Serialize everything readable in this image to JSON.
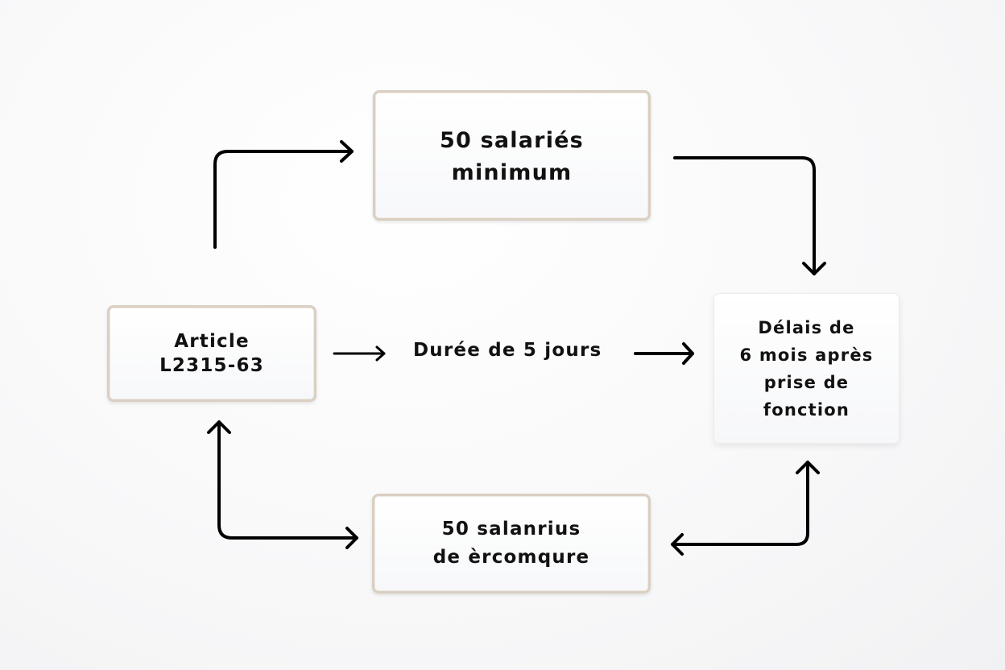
{
  "diagram": {
    "nodes": {
      "top": {
        "lines": [
          "50 salariés",
          "minimum"
        ]
      },
      "left": {
        "lines": [
          "Article",
          "L2315-63"
        ]
      },
      "right": {
        "lines": [
          "Délais de",
          "6 mois après",
          "prise de",
          "fonction"
        ]
      },
      "bottom": {
        "lines": [
          "50 salanrius",
          "de èrcomqure"
        ]
      }
    },
    "edge_labels": {
      "middle": "Durée de 5 jours"
    },
    "edges": [
      {
        "from": "left",
        "to": "top",
        "style": "elbow"
      },
      {
        "from": "top",
        "to": "right",
        "style": "elbow"
      },
      {
        "from": "left",
        "to": "right",
        "label": "Durée de 5 jours",
        "style": "straight"
      },
      {
        "from": "bottom",
        "to": "left",
        "style": "elbow-bidirectional"
      },
      {
        "from": "right",
        "to": "bottom",
        "style": "elbow-bidirectional"
      }
    ],
    "colors": {
      "box_border": "#d9cfc2",
      "arrow": "#000000",
      "text": "#111111",
      "background": "#f8f8f9"
    }
  }
}
